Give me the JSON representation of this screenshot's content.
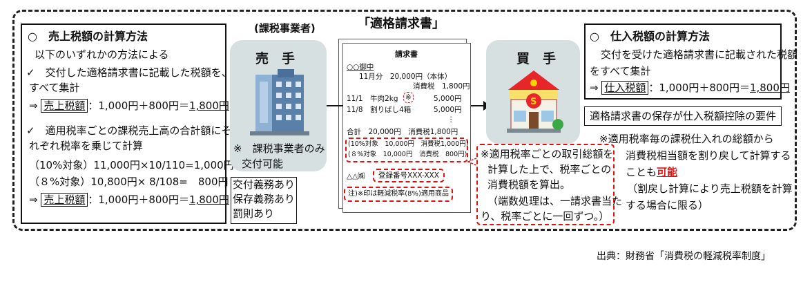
{
  "labels": {
    "invoice_title": "「適格請求書」",
    "issuer": "(課税事業者)",
    "source": "出典：財務省「消費税の軽減税率制度」"
  },
  "left_box": {
    "title": "○　売上税額の計算方法",
    "l1": "以下のいずれかの方法による",
    "l2": "✓　交付した適格請求書に記載した税額を、",
    "l3": "すべて集計",
    "l4_pre": "⇒",
    "l4_boxed": "売上税額",
    "l4_mid": "：1,000円＋800円＝",
    "l4_ul": "1,800円",
    "l5": "✓　適用税率ごとの課税売上高の合計額にそ",
    "l6": "れぞれ税率を乗じて計算",
    "l7": "（10%対象）11,000円×10/110=1,000円",
    "l8": "（８%対象）10,800円× 8/108=　800円",
    "l9_pre": "⇒",
    "l9_boxed": "売上税額",
    "l9_mid": "：1,000円＋800円＝",
    "l9_ul": "1,800円"
  },
  "seller": {
    "label": "売　手",
    "note1": "※　課税事業者のみ",
    "note2": "交付可能"
  },
  "obligations": [
    "交付義務あり",
    "保存義務あり",
    "罰則あり"
  ],
  "invoice": {
    "heading": "請求書",
    "recipient": "○○御中",
    "r1": "11月分　20,000円（本体）",
    "r2": "消費税　1,800円",
    "r3a": "11/1　牛肉2kg",
    "r3b": "※",
    "r3c": "5,000円",
    "r4a": "11/8　割りばし4箱",
    "r4b": "5,000円",
    "r5": "⋮",
    "r6": "合計　20,000円　消費税1,800円",
    "r7": "(10%対象　10,000円　消費税1,000円)",
    "r8": "(８%対象　10,000円　消費税　800円)",
    "r9a": "△△㈱",
    "r9b": "登録番号XXX-XXX",
    "r10": "注)※印は軽減税率(8%)適用商品"
  },
  "note_box": [
    "※適用税率ごとの取引総額を",
    "計算した上で、税率ごとの",
    "消費税額を算出。",
    "（端数処理は、一請求書当た",
    "り、税率ごとに一回ずつ。）"
  ],
  "buyer": {
    "label": "買　手"
  },
  "right_box": {
    "title": "○　仕入税額の計算方法",
    "l1": "交付を受けた適格請求書に記載された税額",
    "l2": "をすべて集計",
    "l3_pre": "⇒",
    "l3_boxed": "仕入税額",
    "l3_mid": "：1,000円＋800円＝",
    "l3_ul": "1,800円"
  },
  "requirement": "適格請求書の保存が仕入税額控除の要件",
  "right_note": {
    "l1": "※適用税率毎の課税仕入れの総額から",
    "l2": "消費税相当額を割り戻して計算する",
    "l3a": "ことも",
    "l3b": "可能",
    "l4": "（割戻し計算により売上税額を計算",
    "l5": "する場合に限る）"
  }
}
